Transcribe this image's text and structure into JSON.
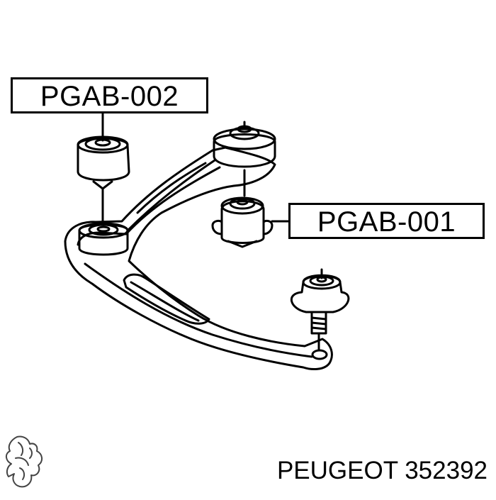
{
  "callouts": {
    "upper_bushing": "PGAB-002",
    "lower_bushing": "PGAB-001"
  },
  "caption": {
    "brand": "PEUGEOT",
    "part_number": "352392"
  },
  "colors": {
    "ink": "#000000",
    "background": "#ffffff"
  },
  "logo": {
    "icon": "peugeot-lion-icon"
  }
}
